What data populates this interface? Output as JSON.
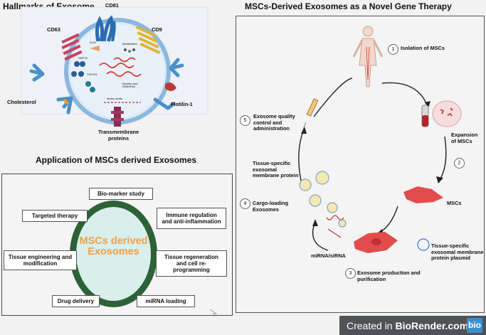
{
  "hallmarks": {
    "title": "Hallmarks of Exosome",
    "labels": {
      "cd81": "CD81",
      "cd63": "CD63",
      "cd9": "CD9",
      "cholesterol": "Cholesterol",
      "flotilin": "Flotilin-1",
      "transmembrane": "Transmembrane\nproteins",
      "alix": "ALIX",
      "metabolites": "Metabolites",
      "hsp": "HSP70",
      "tsg": "TSG101",
      "nucleic": "Nucleic acid\nDNA/RNA",
      "amino": "Amino acids"
    }
  },
  "applications": {
    "title": "Application of MSCs derived Exosomes",
    "center": "MSCs derived\nExosomes",
    "items": {
      "biomarker": "Bio-marker study",
      "targeted": "Targeted therapy",
      "immune": "Immune regulation\nand anti-inflammation",
      "tissue_eng": "Tissue engineering and\nmodification",
      "regeneration": "Tissue regeneration\nand cell re-\nprogramming",
      "drug": "Drug delivery",
      "mirna": "miRNA loading"
    }
  },
  "gene_therapy": {
    "title": "MSCs-Derived Exosomes as a Novel Gene Therapy",
    "steps": {
      "s1": {
        "num": "1",
        "label": "Isolation of MSCs"
      },
      "s2": {
        "num": "2",
        "label": "Expansion\nof MSCs"
      },
      "s3": {
        "num": "3",
        "label": "Exosome production and\npurification"
      },
      "s4": {
        "num": "4",
        "label": "Cargo-loading\nExosomes"
      },
      "s5": {
        "num": "5",
        "label": "Exosome quality\ncontrol and\nadministration"
      }
    },
    "labels": {
      "mscs": "MSCs",
      "plasmid": "Tissue-specific\nexosomal membrane\nprotein plasmid",
      "mirna": "miRNA/siRNA",
      "membrane": "Tissue-specific\nexosomal\nmembrane protein"
    }
  },
  "banner": {
    "prefix": "Created in ",
    "brand": "BioRender.com",
    "logo": "bio"
  },
  "colors": {
    "accent_orange": "#f0a04a",
    "ellipse_fill": "#d8efec",
    "ellipse_ring": "#2d6136",
    "banner_bg": "#4f5256",
    "logo_blue": "#3b8fd0"
  }
}
